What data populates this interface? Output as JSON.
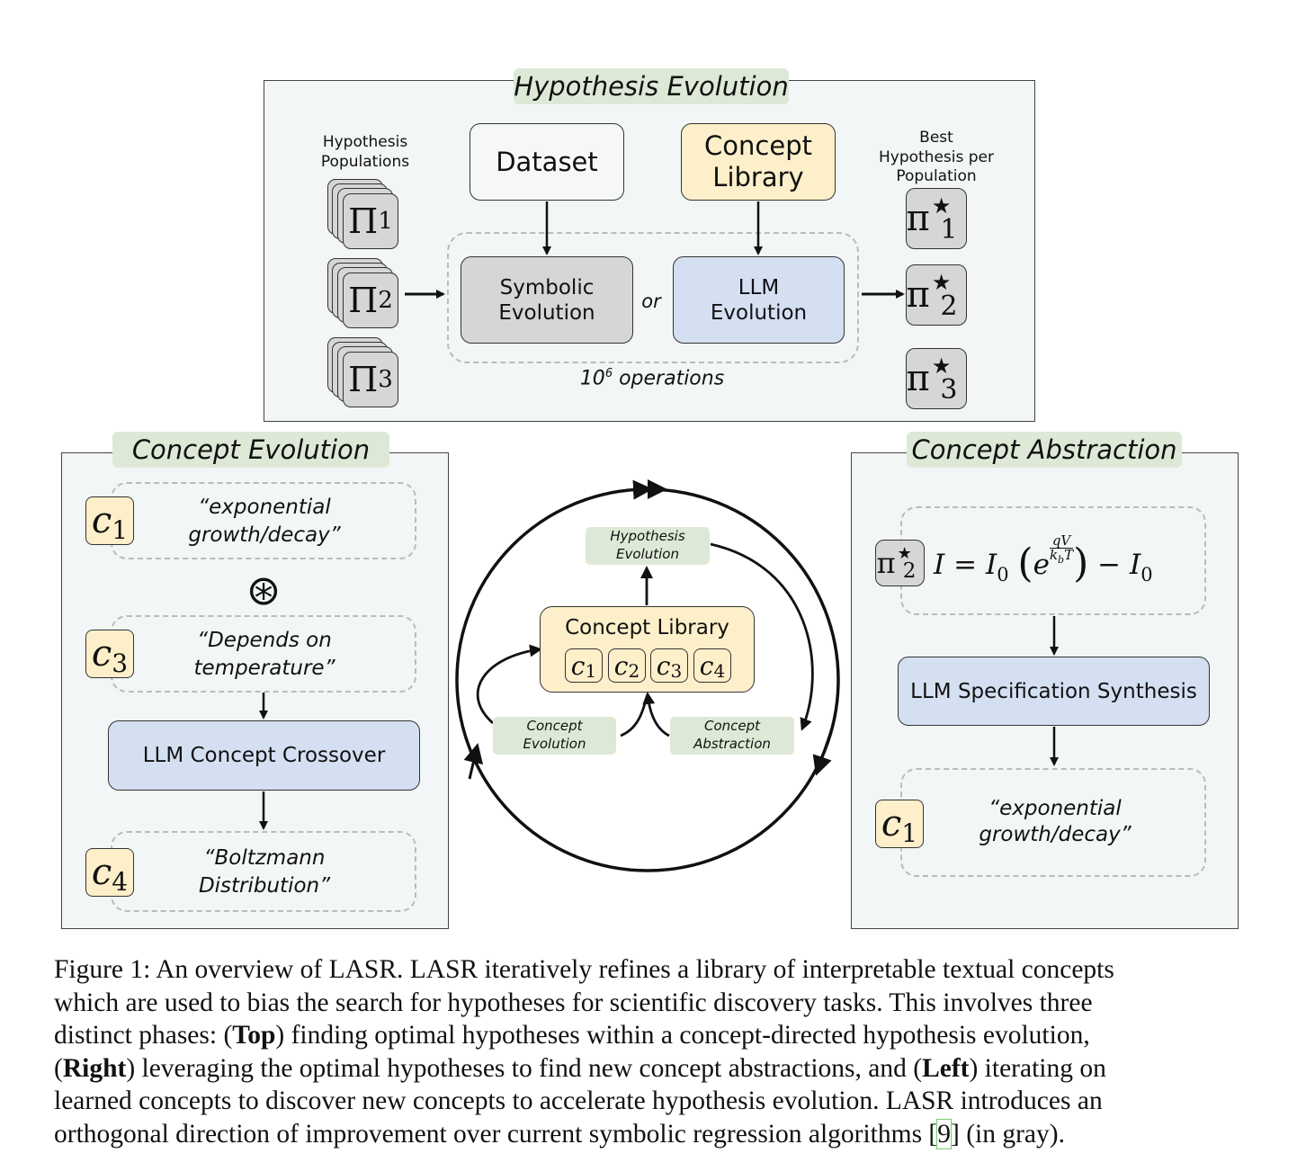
{
  "top_panel": {
    "title": "Hypothesis Evolution",
    "populations_label": "Hypothesis\nPopulations",
    "populations": [
      "1",
      "2",
      "3"
    ],
    "dataset": "Dataset",
    "concept_library": "Concept\nLibrary",
    "symbolic_evolution": "Symbolic\nEvolution",
    "or": "or",
    "llm_evolution": "LLM\nEvolution",
    "operations_exp": "6",
    "operations_rest": " operations",
    "operations_base": "10",
    "best_label": "Best\nHypothesis per\nPopulation",
    "best": [
      "1",
      "2",
      "3"
    ]
  },
  "left_panel": {
    "title": "Concept Evolution",
    "c1_index": "1",
    "c1_text": "“exponential\ngrowth/decay”",
    "operator": "⊛",
    "c3_index": "3",
    "c3_text": "“Depends on\ntemperature”",
    "crossover": "LLM Concept Crossover",
    "c4_index": "4",
    "c4_text": "“Boltzmann\nDistribution”"
  },
  "center": {
    "hypothesis_chip": "Hypothesis\nEvolution",
    "library": "Concept Library",
    "concepts": [
      "1",
      "2",
      "3",
      "4"
    ],
    "concept_evolution_chip": "Concept\nEvolution",
    "concept_abstraction_chip": "Concept\nAbstraction"
  },
  "right_panel": {
    "title": "Concept Abstraction",
    "pi_index": "2",
    "synthesis": "LLM Specification Synthesis",
    "c1_index": "1",
    "c1_text": "“exponential\ngrowth/decay”"
  },
  "caption": {
    "figure_label": "Figure 1:",
    "line1": "An overview of LASR. LASR iteratively refines a library of interpretable textual concepts",
    "line2": "which are used to bias the search for hypotheses for scientific discovery tasks. This involves three",
    "line3_a": "distinct phases: (",
    "line3_b": "Top",
    "line3_c": ") finding optimal hypotheses within a concept-directed hypothesis evolution,",
    "line4_a": "(",
    "line4_b": "Right",
    "line4_c": ") leveraging the optimal hypotheses to find new concept abstractions, and (",
    "line4_d": "Left",
    "line4_e": ") iterating on",
    "line5": "learned concepts to discover new concepts to accelerate hypothesis evolution. LASR introduces an",
    "line6_a": "orthogonal direction of improvement over current symbolic regression algorithms [",
    "line6_ref": "9",
    "line6_b": "] (in gray)."
  }
}
